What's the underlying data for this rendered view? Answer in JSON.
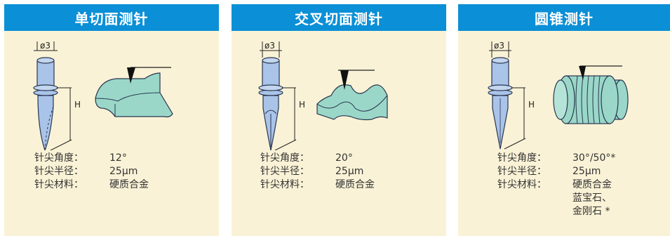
{
  "colors": {
    "header": "#0b8fd6",
    "panel": "#faf2d6",
    "stylus": "#a9c4e8",
    "workpiece": "#9ad7c8"
  },
  "panels": [
    {
      "title": "单切面测针",
      "diagram": {
        "diameter_label": "ø3",
        "height_label": "H"
      },
      "specs": [
        {
          "label": "针尖角度：",
          "values": [
            "12°"
          ]
        },
        {
          "label": "针尖半径：",
          "values": [
            "25µm"
          ]
        },
        {
          "label": "针尖材料：",
          "values": [
            "硬质合金"
          ]
        }
      ]
    },
    {
      "title": "交叉切面测针",
      "diagram": {
        "diameter_label": "ø3",
        "height_label": "H"
      },
      "specs": [
        {
          "label": "针尖角度：",
          "values": [
            "20°"
          ]
        },
        {
          "label": "针尖半径：",
          "values": [
            "25µm"
          ]
        },
        {
          "label": "针尖材料：",
          "values": [
            "硬质合金"
          ]
        }
      ]
    },
    {
      "title": "圆锥测针",
      "diagram": {
        "diameter_label": "ø3",
        "height_label": "H"
      },
      "specs": [
        {
          "label": "针尖角度：",
          "values": [
            "30°/50°*"
          ]
        },
        {
          "label": "针尖半径：",
          "values": [
            "25µm"
          ]
        },
        {
          "label": "针尖材料：",
          "values": [
            "硬质合金",
            "蓝宝石、",
            "金刚石 *"
          ]
        }
      ]
    }
  ]
}
